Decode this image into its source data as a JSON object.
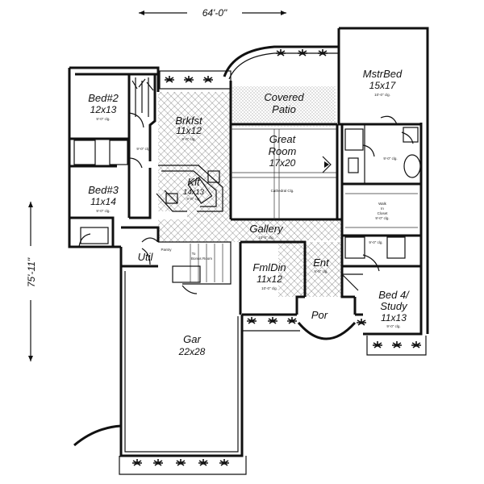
{
  "plan": {
    "overall_width": "64'-0\"",
    "overall_depth": "75'-11\"",
    "rooms": {
      "mstrbed": {
        "name": "MstrBed",
        "size": "15x17",
        "note": "10'-0\" clg."
      },
      "covpatio": {
        "name": "Covered",
        "name2": "Patio"
      },
      "bed2": {
        "name": "Bed#2",
        "size": "12x13",
        "note": "9'-0\" clg."
      },
      "brkfst": {
        "name": "Brkfst",
        "size": "11x12",
        "note": "9'-0\" clg."
      },
      "great": {
        "name": "Great",
        "name2": "Room",
        "size": "17x20",
        "note": "Cathedral Clg."
      },
      "kit": {
        "name": "Kit",
        "size": "14x13",
        "note": "9'-0\" clg."
      },
      "bed3": {
        "name": "Bed#3",
        "size": "11x14",
        "note": "9'-0\" clg."
      },
      "gallery": {
        "name": "Gallery",
        "note": "10'-0\" clg."
      },
      "walkin": {
        "name": "Walk",
        "name2": "In",
        "name3": "Closet",
        "note": "9'-0\" clg."
      },
      "util": {
        "name": "Util"
      },
      "pantry": {
        "name": "Pantry"
      },
      "stairs": {
        "name": "To",
        "name2": "Bonus Room"
      },
      "fmldin": {
        "name": "FmlDin",
        "size": "11x12",
        "note": "10'-0\" clg."
      },
      "ent": {
        "name": "Ent",
        "note": "9'-0\" clg."
      },
      "bed4": {
        "name": "Bed 4/",
        "name2": "Study",
        "size": "11x13",
        "note": "9'-0\" clg."
      },
      "por": {
        "name": "Por"
      },
      "gar": {
        "name": "Gar",
        "size": "22x28"
      }
    },
    "bath_notes": {
      "bath_a": "9'-0\" clg.",
      "bath_b": "9'-0\" clg.",
      "bath_c": "9'-0\" clg."
    }
  }
}
